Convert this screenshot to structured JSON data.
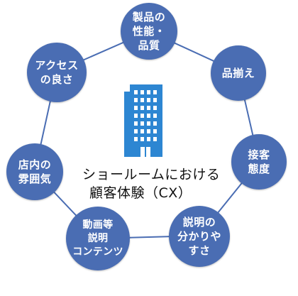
{
  "center": {
    "line1": "ショールームにおける",
    "line2": "顧客体験（CX）"
  },
  "nodes": [
    {
      "label": "製品の\n性能・\n品質"
    },
    {
      "label": "品揃え"
    },
    {
      "label": "接客\n態度"
    },
    {
      "label": "説明の\n分かりや\nすさ"
    },
    {
      "label": "動画等\n説明\nコンテンツ"
    },
    {
      "label": "店内の\n雰囲気"
    },
    {
      "label": "アクセス\nの良さ"
    }
  ],
  "icons": {
    "center": "office-building-icon"
  },
  "colors": {
    "node_fill": "#4a6db3",
    "ring_stroke": "#4a6db3",
    "building": "#2d86d2",
    "center_text": "#111111"
  }
}
